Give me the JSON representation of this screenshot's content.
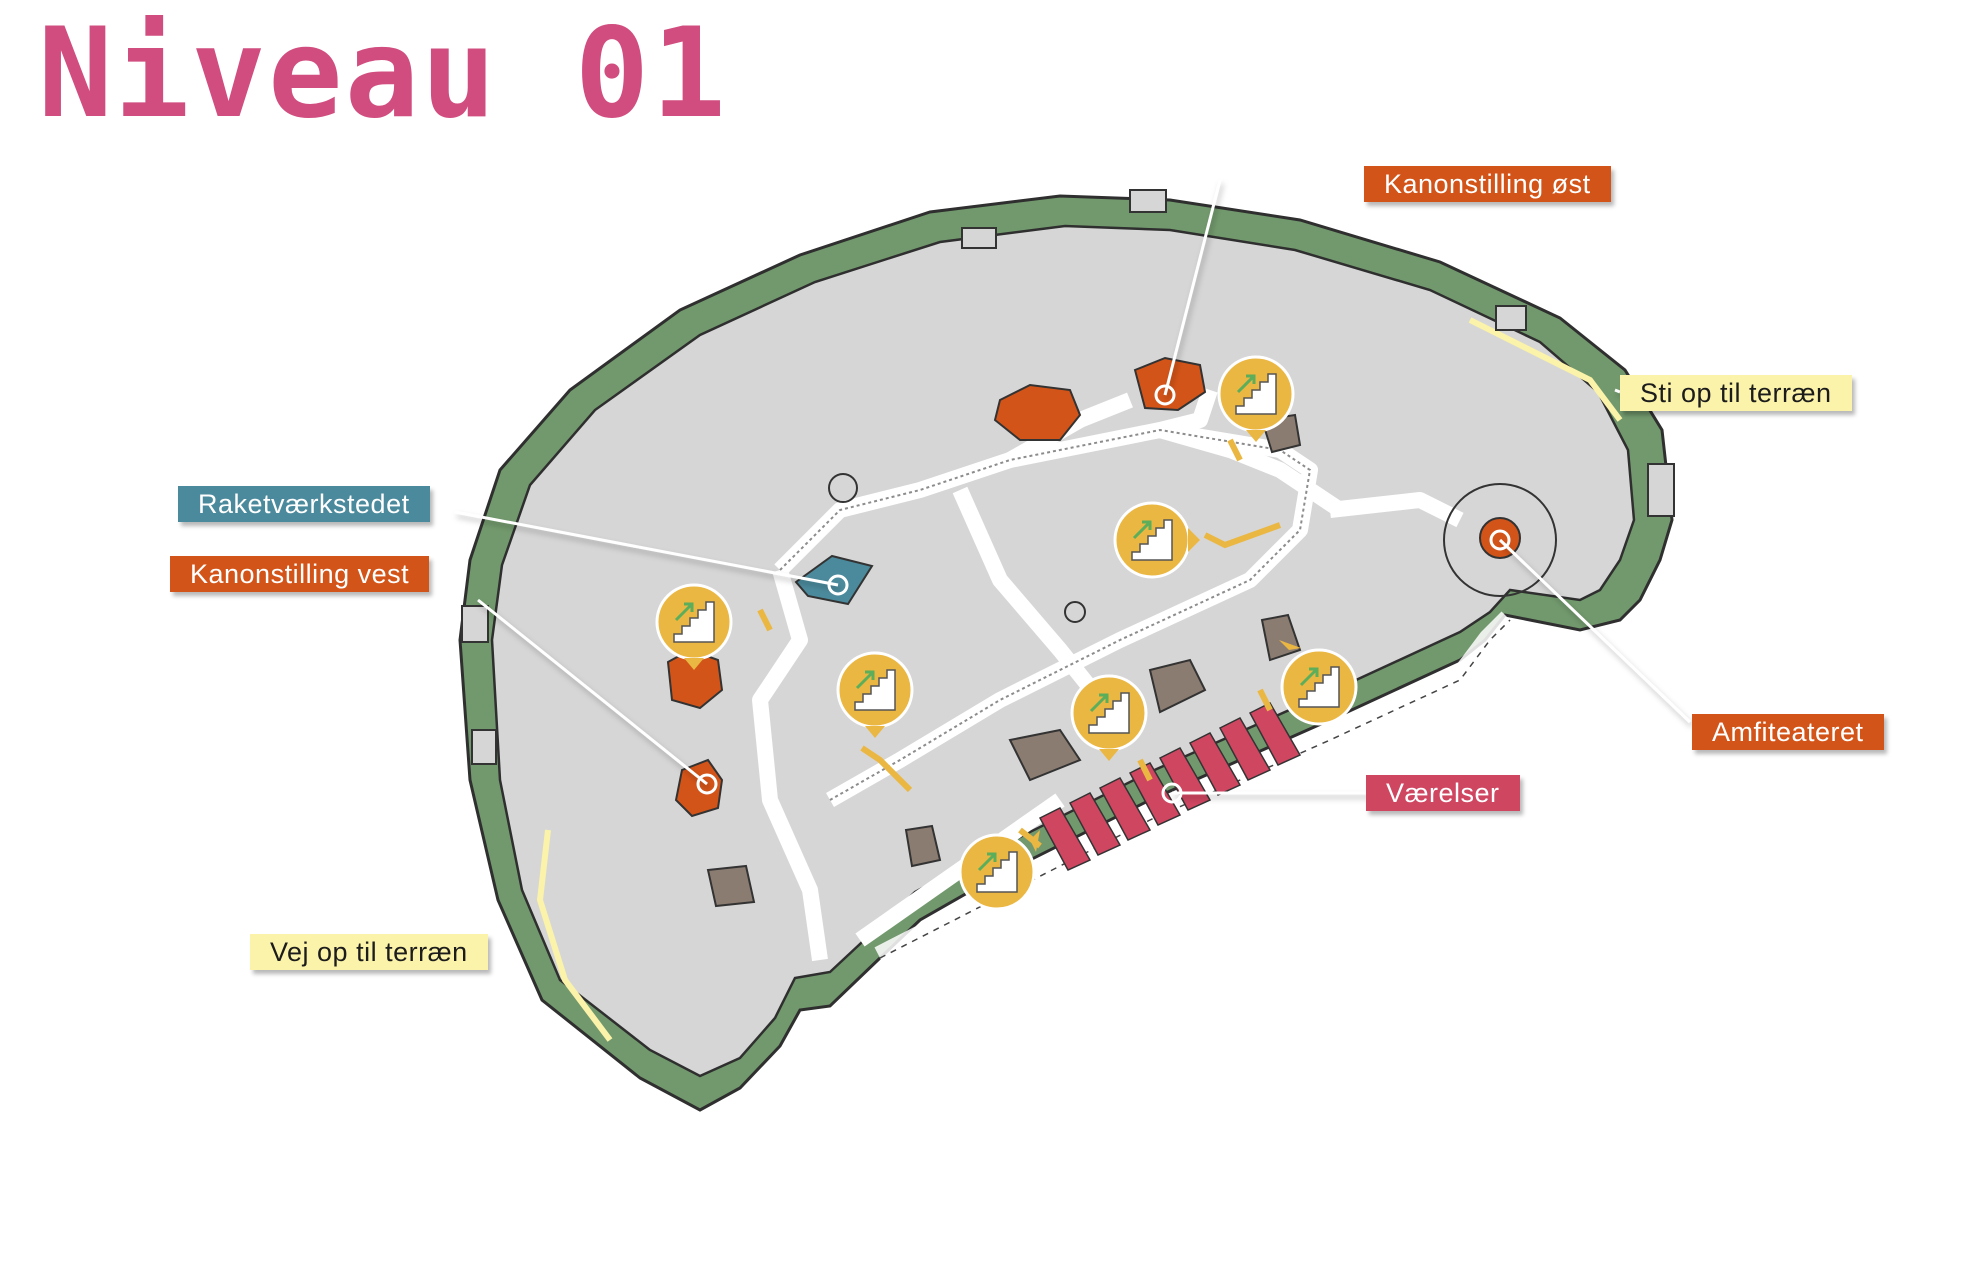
{
  "title": "Niveau 01",
  "colors": {
    "title": "#d14d7f",
    "orange": "#d35418",
    "teal": "#4b8a9c",
    "pink": "#cf4661",
    "yellow": "#fbf3a9",
    "green": "#72996d",
    "gray": "#d6d6d6",
    "stair": "#ebb743",
    "brown": "#8b7c71"
  },
  "labels": [
    {
      "id": "kanonstilling-ost",
      "text": "Kanonstilling øst",
      "category": "gun-emplacement"
    },
    {
      "id": "sti-op-til-terraen",
      "text": "Sti op til terræn",
      "category": "path"
    },
    {
      "id": "raketvaerkstedet",
      "text": "Raketværkstedet",
      "category": "rocket-workshop"
    },
    {
      "id": "kanonstilling-vest",
      "text": "Kanonstilling vest",
      "category": "gun-emplacement"
    },
    {
      "id": "amfiteateret",
      "text": "Amfiteateret",
      "category": "amphitheatre"
    },
    {
      "id": "vaerelser",
      "text": "Værelser",
      "category": "rooms"
    },
    {
      "id": "vej-op-til-terraen",
      "text": "Vej op til terræn",
      "category": "path"
    }
  ],
  "icons": {
    "stairs": "stairs-icon",
    "marker": "location-marker-icon"
  }
}
